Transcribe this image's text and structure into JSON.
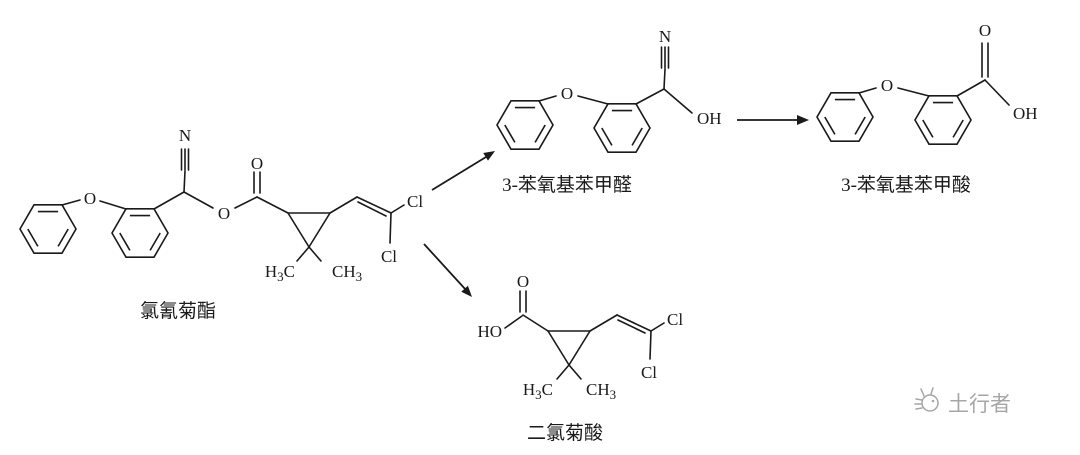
{
  "scheme": {
    "type": "chemical-reaction-scheme",
    "compounds": [
      {
        "id": "cypermethrin",
        "label": "氯氰菊酯"
      },
      {
        "id": "phenoxybenzaldehyde",
        "label": "3-苯氧基苯甲醛"
      },
      {
        "id": "phenoxybenzoic-acid",
        "label": "3-苯氧基苯甲酸"
      },
      {
        "id": "dichlorochrysanthemic-acid",
        "label": "二氯菊酸"
      }
    ],
    "atoms": {
      "N": "N",
      "O": "O",
      "Cl": "Cl",
      "OH": "OH",
      "HO": "HO",
      "H": "H",
      "C": "C",
      "CH": "CH",
      "sub3": "3"
    },
    "watermark": {
      "text": "土行者"
    },
    "colors": {
      "ink": "#1a1a1a",
      "watermark": "#a6a6a6",
      "background": "#ffffff"
    }
  }
}
